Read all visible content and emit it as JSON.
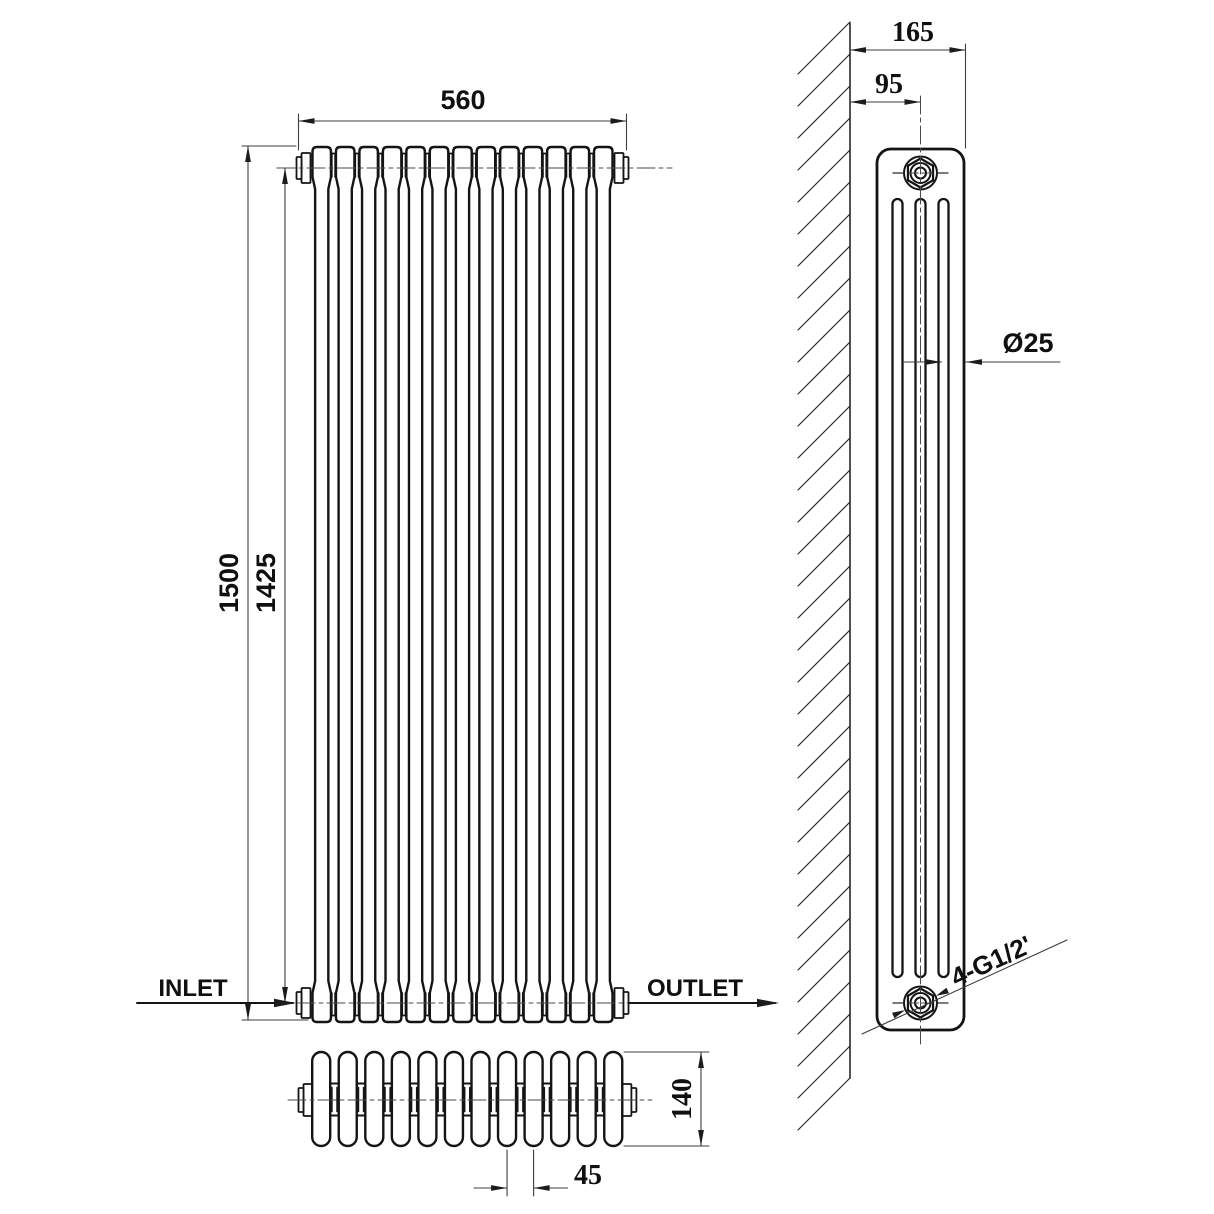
{
  "drawing": {
    "background": "#ffffff",
    "line_color": "#141414",
    "thin_line_color": "#3d3d3d",
    "front_view": {
      "width_mm": "560",
      "height_mm": "1500",
      "pipe_center_height_mm": "1425",
      "inlet_label": "INLET",
      "outlet_label": "OUTLET",
      "sections": 13
    },
    "plan_view": {
      "depth_mm": "140",
      "section_pitch_mm": "45",
      "tube_ends": 12
    },
    "side_view": {
      "wall_to_front_mm": "165",
      "wall_to_center_mm": "95",
      "column_diameter_label": "Ø25",
      "thread_label": "4-G1/2'",
      "column_slots": 3
    }
  }
}
